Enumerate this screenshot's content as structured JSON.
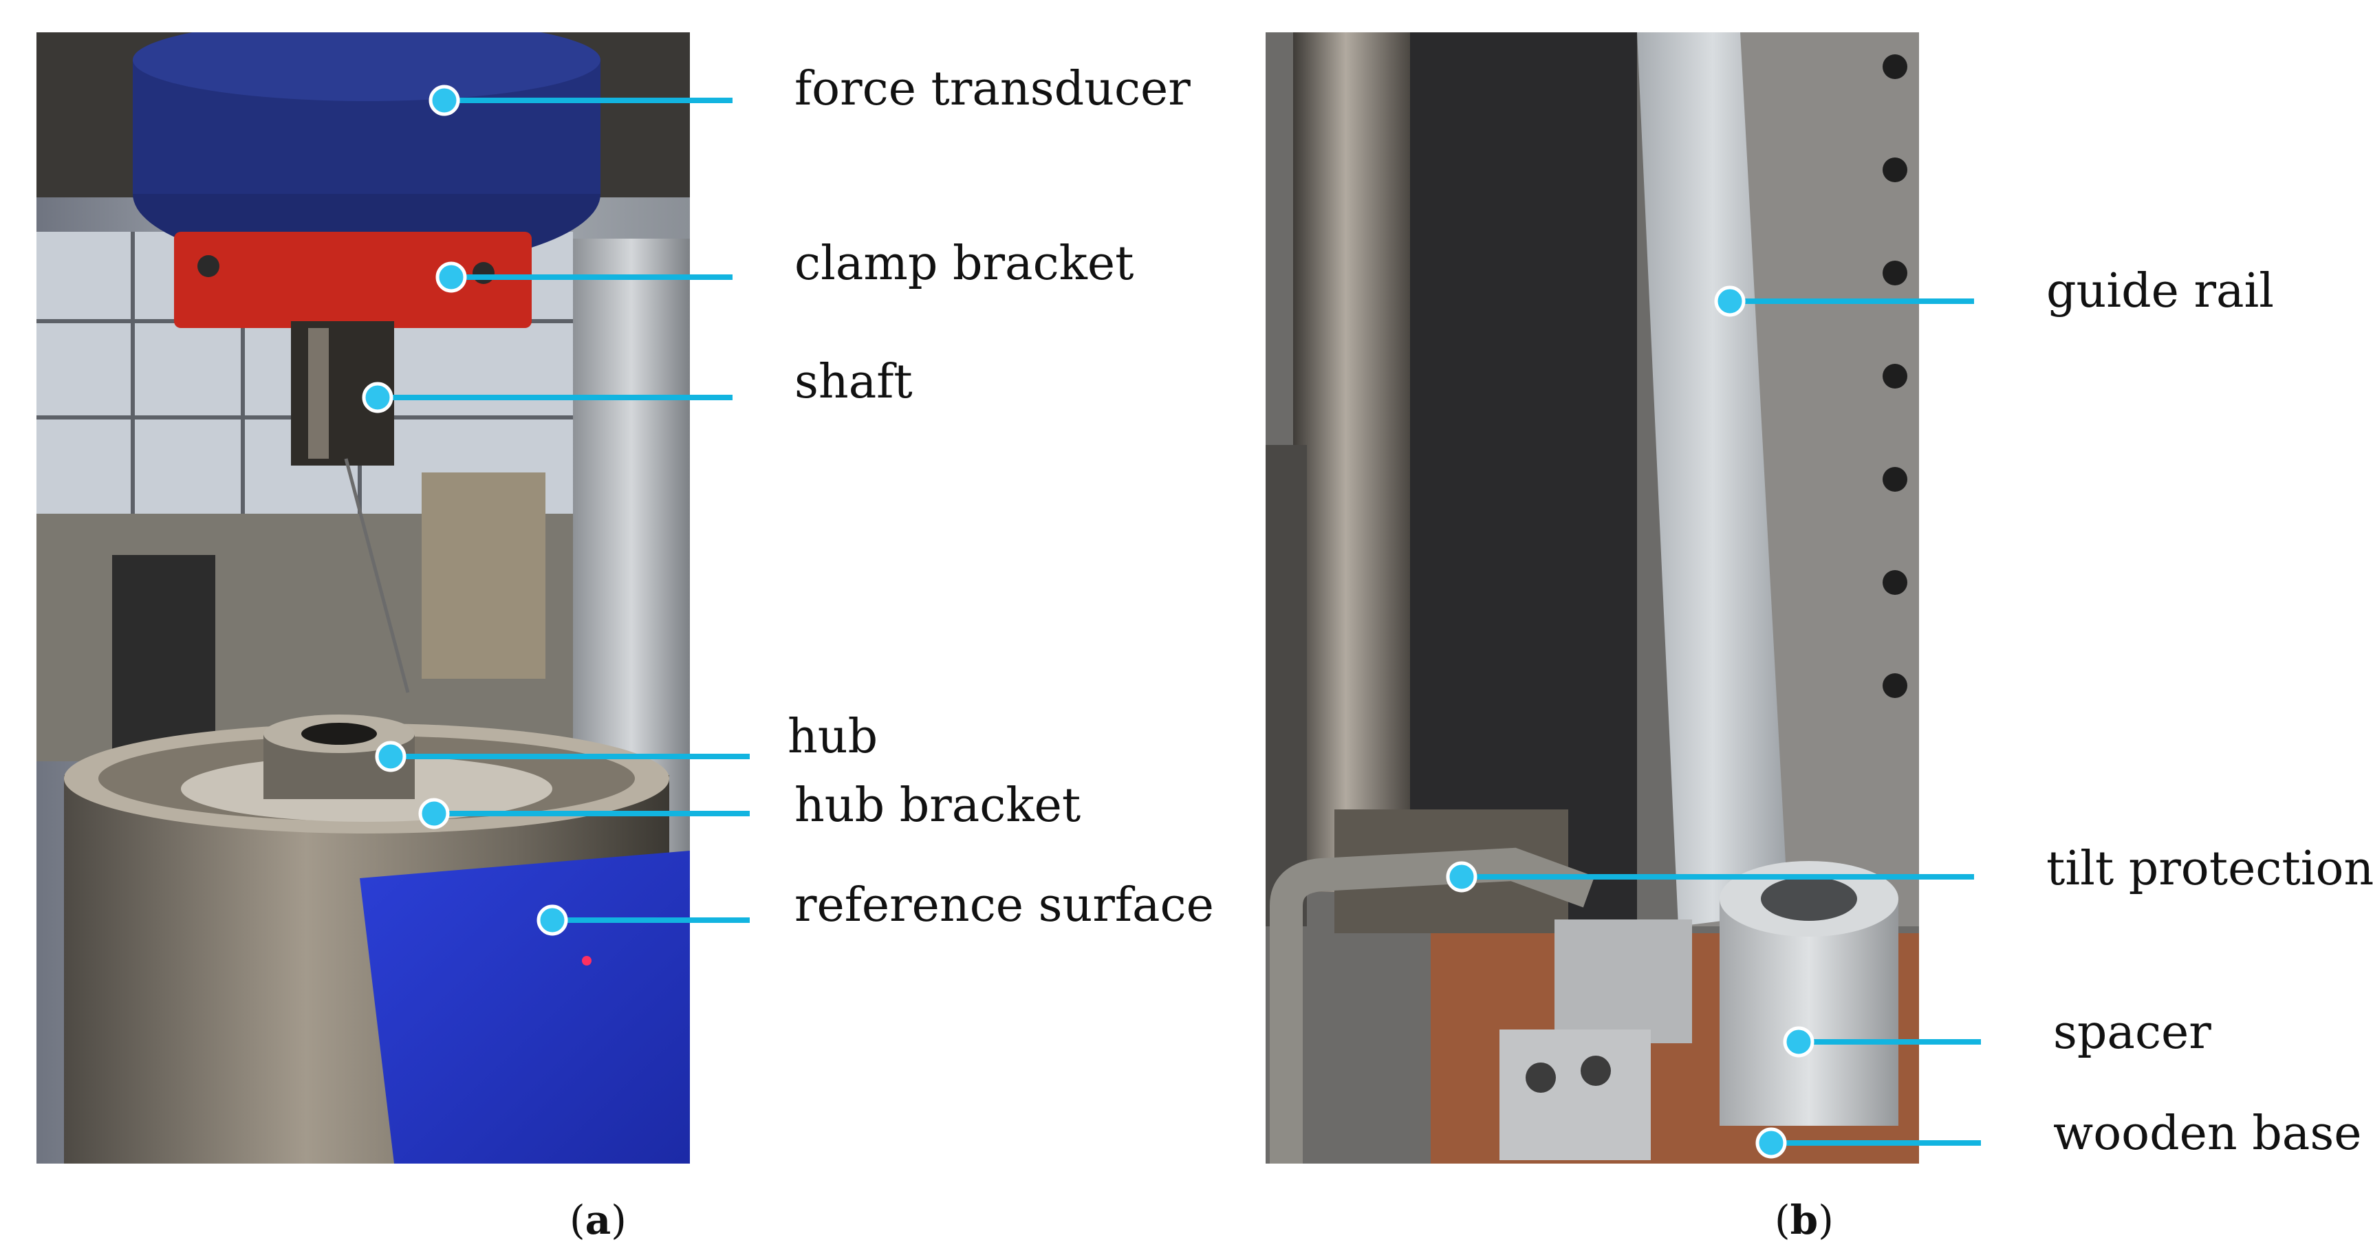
{
  "colors": {
    "callout": "#12b4e0",
    "callout_dot": "#2fc4ef"
  },
  "panel_a": {
    "caption_open": "(",
    "caption_letter": "a",
    "caption_close": ")",
    "labels": {
      "force_transducer": "force transducer",
      "clamp_bracket": "clamp bracket",
      "shaft": "shaft",
      "hub": "hub",
      "hub_bracket": "hub bracket",
      "reference_surface": "reference surface"
    }
  },
  "panel_b": {
    "caption_open": "(",
    "caption_letter": "b",
    "caption_close": ")",
    "labels": {
      "guide_rail": "guide rail",
      "tilt_protection": "tilt protection",
      "spacer": "spacer",
      "wooden_base": "wooden base"
    }
  }
}
